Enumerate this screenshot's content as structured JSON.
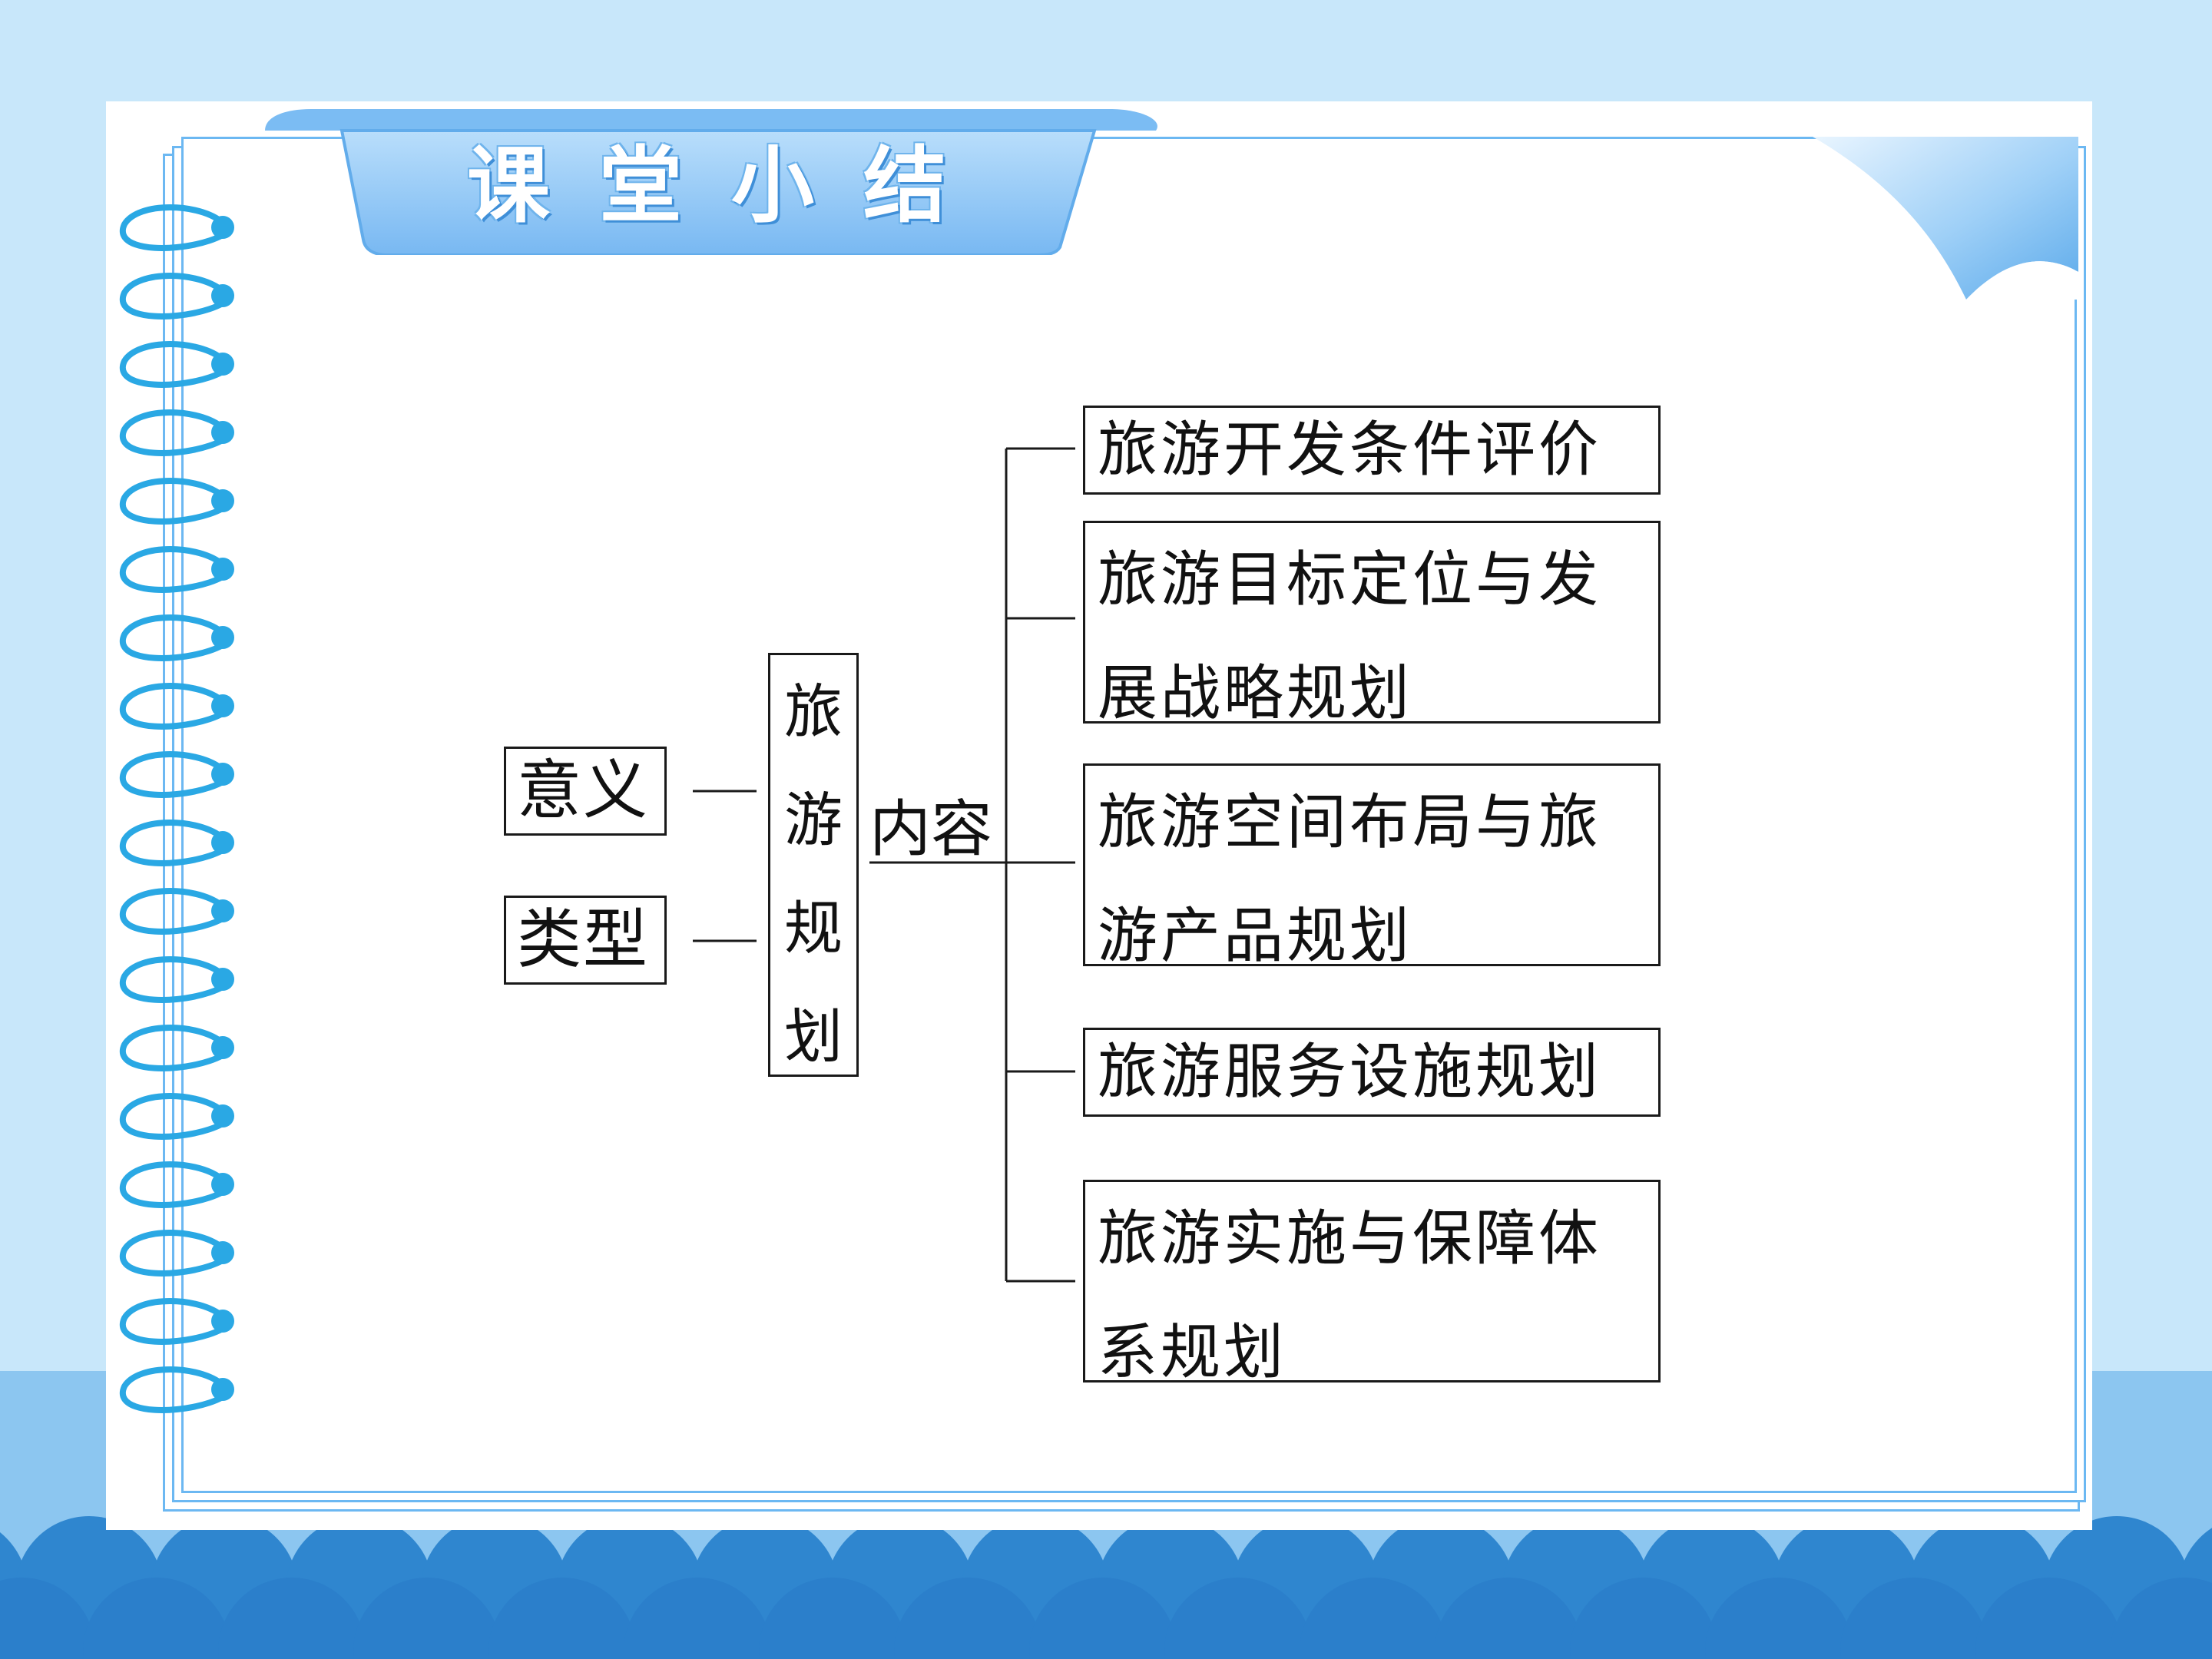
{
  "header": {
    "title": "课堂小结"
  },
  "diagram": {
    "left_items": [
      {
        "label": "意义"
      },
      {
        "label": "类型"
      }
    ],
    "center": {
      "label": "旅游规划",
      "chars": [
        "旅",
        "游",
        "规",
        "划"
      ]
    },
    "branch_label": "内容",
    "right_items": [
      {
        "label": "旅游开发条件评价"
      },
      {
        "label": "旅游目标定位与发展战略规划"
      },
      {
        "label": "旅游空间布局与旅游产品规划"
      },
      {
        "label": "旅游服务设施规划"
      },
      {
        "label": "旅游实施与保障体系规划"
      }
    ]
  },
  "colors": {
    "background": "#c8e7fa",
    "accent_blue": "#3a8fe0",
    "tab_blue": "#8cc4f6",
    "line": "#1a1a1a"
  }
}
